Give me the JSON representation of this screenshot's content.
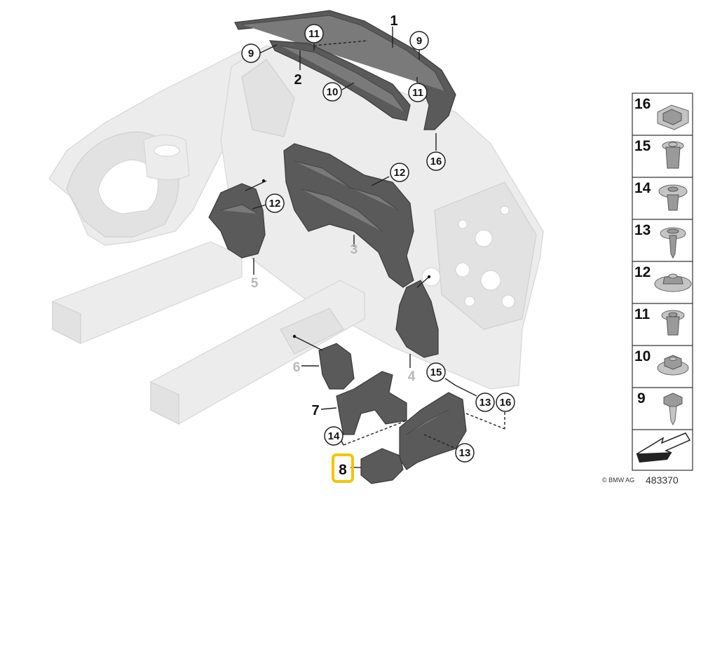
{
  "part_labels": [
    {
      "id": "1",
      "text": "1",
      "style": "bold"
    },
    {
      "id": "2",
      "text": "2",
      "style": "bold"
    },
    {
      "id": "3",
      "text": "3",
      "style": "grey"
    },
    {
      "id": "4",
      "text": "4",
      "style": "grey"
    },
    {
      "id": "5",
      "text": "5",
      "style": "grey"
    },
    {
      "id": "6",
      "text": "6",
      "style": "grey"
    },
    {
      "id": "7",
      "text": "7",
      "style": "bold"
    },
    {
      "id": "8",
      "text": "8",
      "style": "highlighted"
    }
  ],
  "callouts": [
    "9",
    "11",
    "9",
    "10",
    "11",
    "16",
    "12",
    "12",
    "15",
    "13",
    "16",
    "14",
    "13"
  ],
  "legend_tiles": [
    "16",
    "15",
    "14",
    "13",
    "12",
    "11",
    "10",
    "9"
  ],
  "highlight_color": "#f5c400",
  "footer": {
    "copyright": "© BMW AG",
    "diagram_number": "483370"
  }
}
